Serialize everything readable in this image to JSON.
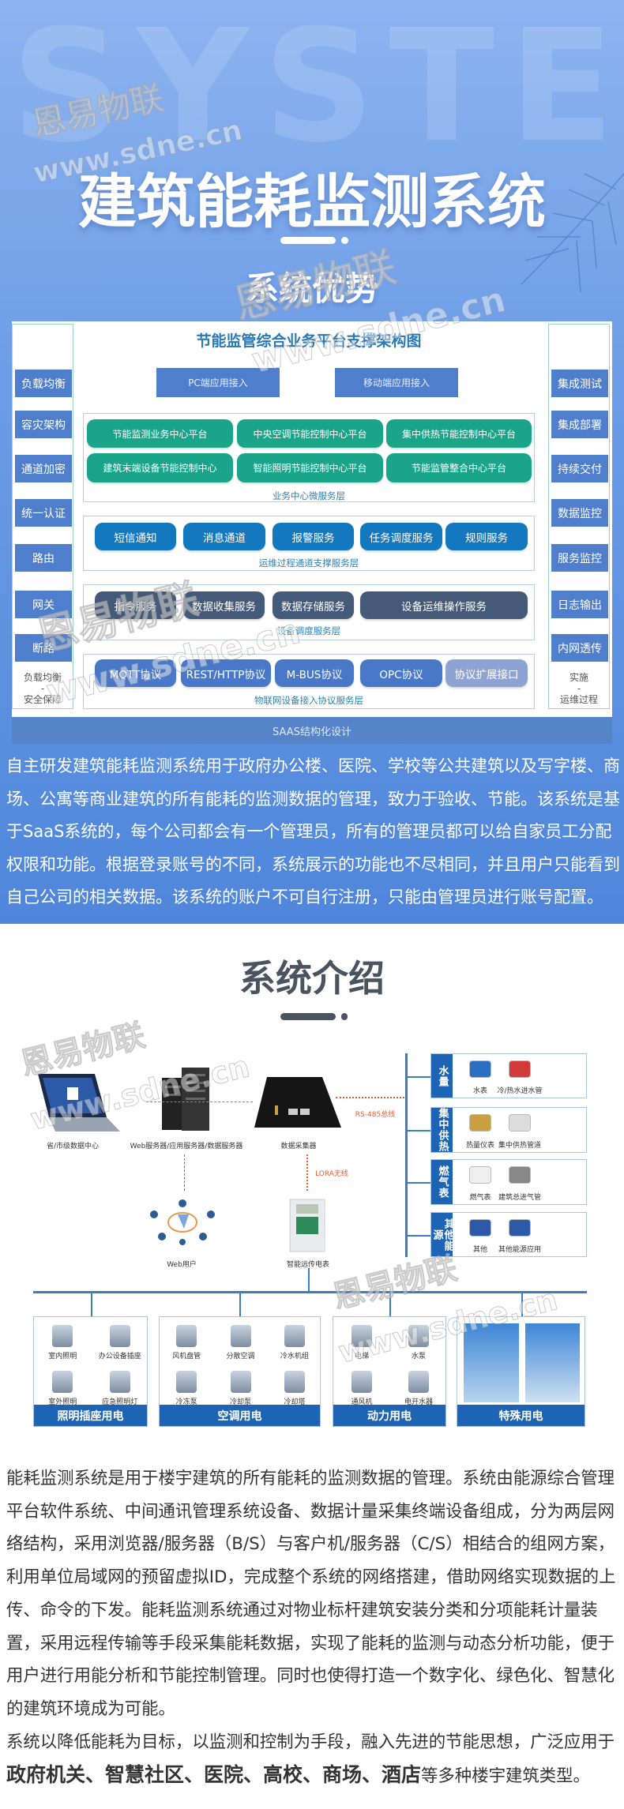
{
  "header": {
    "bg_word": "SYSTEM",
    "title": "建筑能耗监测系统",
    "section1_title": "系统优势",
    "watermark_cn": "恩易物联",
    "watermark_url": "www.sdne.cn"
  },
  "architecture": {
    "title": "节能监管综合业务平台支撑架构图",
    "left_items": [
      "负载均衡",
      "容灾架构",
      "通道加密",
      "统一认证",
      "路由",
      "网关",
      "断路"
    ],
    "left_footer": [
      "负载均衡",
      "-",
      "安全保障"
    ],
    "right_items": [
      "集成测试",
      "集成部署",
      "持续交付",
      "数据监控",
      "服务监控",
      "日志输出",
      "内网透传"
    ],
    "right_footer": [
      "实施",
      "-",
      "运维过程"
    ],
    "access": [
      "PC端应用接入",
      "移动端应用接入"
    ],
    "layers": [
      {
        "label": "业务中心微服务层",
        "items": [
          "节能监测业务中心平台",
          "中央空调节能控制中心平台",
          "集中供热节能控制中心平台",
          "建筑末端设备节能控制中心",
          "智能照明节能控制中心平台",
          "节能监管整合中心平台"
        ]
      },
      {
        "label": "运维过程通道支撑服务层",
        "items": [
          "短信通知",
          "消息通道",
          "报警服务",
          "任务调度服务",
          "规则服务"
        ]
      },
      {
        "label": "设备调度服务层",
        "items": [
          "指令服务",
          "数据收集服务",
          "数据存储服务",
          "设备运维操作服务"
        ]
      },
      {
        "label": "物联网设备接入协议服务层",
        "items": [
          "MQTT协议",
          "REST/HTTP协议",
          "M-BUS协议",
          "OPC协议",
          "协议扩展接口"
        ]
      }
    ],
    "footer": "SAAS结构化设计",
    "colors": {
      "side": "#4f7fcc",
      "green": "#1aa58a",
      "blue": "#1478c0",
      "dark": "#445a78",
      "proto": "#4a78c8",
      "proto_ext": "#8fa3d3"
    }
  },
  "advantage_text": "自主研发建筑能耗监测系统用于政府办公楼、医院、学校等公共建筑以及写字楼、商场、公寓等商业建筑的所有能耗的监测数据的管理，致力于验收、节能。该系统是基于SaaS系统的，每个公司都会有一个管理员，所有的管理员都可以给自家员工分配权限和功能。根据登录账号的不同，系统展示的功能也不尽相同，并且用户只能看到自己公司的相关数据。该系统的账户不可自行注册，只能由管理员进行账号配置。",
  "intro": {
    "title": "系统介绍",
    "diagram": {
      "nodes": {
        "datacenter": "省/市级数据中心",
        "servers": "Web服务器/应用服务器/数据服务器",
        "collector": "数据采集器",
        "web_user": "Web用户",
        "meter": "智能远传电表"
      },
      "links": {
        "rs485": "RS-485总线",
        "lora": "LORA无线"
      },
      "right_groups": [
        {
          "label": "水量",
          "items": [
            "水表",
            "冷/热水进水管"
          ]
        },
        {
          "label": "集中供热",
          "items": [
            "热量仪表",
            "集中供热管道"
          ]
        },
        {
          "label": "燃气表",
          "items": [
            "燃气表",
            "建筑总进气管"
          ]
        },
        {
          "label": "其他能源",
          "items": [
            "其他",
            "其他能源应用"
          ]
        }
      ],
      "bottom_groups": [
        {
          "label": "照明插座用电",
          "items": [
            "室内照明",
            "办公设备插座",
            "室外照明",
            "应急照明灯"
          ]
        },
        {
          "label": "空调用电",
          "items": [
            "风机盘管",
            "分散空调",
            "冷水机组",
            "冷冻泵",
            "冷却泵",
            "冷却塔"
          ]
        },
        {
          "label": "动力用电",
          "items": [
            "电梯",
            "水泵",
            "通风机",
            "电开水器"
          ]
        },
        {
          "label": "特殊用电",
          "items": []
        }
      ]
    },
    "text1": "能耗监测系统是用于楼宇建筑的所有能耗的监测数据的管理。系统由能源综合管理平台软件系统、中间通讯管理系统设备、数据计量采集终端设备组成，分为两层网络结构，采用浏览器/服务器（B/S）与客户机/服务器（C/S）相结合的组网方案，利用单位局域网的预留虚拟ID，完成整个系统的网络搭建，借助网络实现数据的上传、命令的下发。能耗监测系统通过对物业标杆建筑安装分类和分项能耗计量装置，采用远程传输等手段采集能耗数据，实现了能耗的监测与动态分析功能，便于用户进行用能分析和节能控制管理。同时也使得打造一个数字化、绿色化、智慧化的建筑环境成为可能。",
    "text2_parts": [
      {
        "t": "系统以降低能耗为目标，以监测和控制为手段，融入先进的节能思想，广泛应用于",
        "bold": false
      },
      {
        "t": "政府机关、智慧社区、医院、高校、商场、酒店",
        "bold": true
      },
      {
        "t": "等多种楼宇建筑类型。",
        "bold": false
      }
    ]
  }
}
